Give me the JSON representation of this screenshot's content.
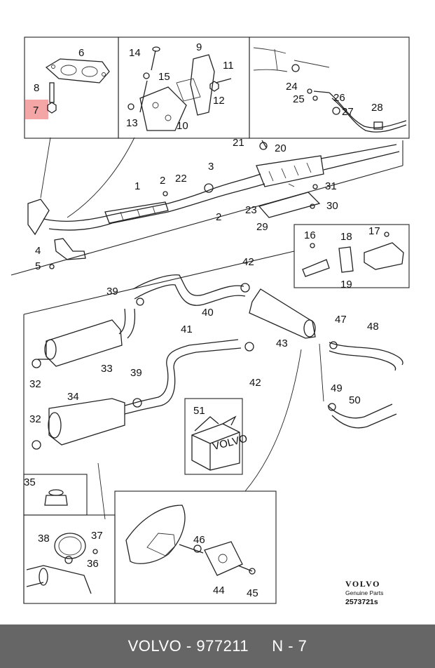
{
  "highlight_color": "#f4a6a6",
  "footer_color": "#666666",
  "brand": {
    "logo": "VOLVO",
    "subtitle": "Genuine Parts",
    "code": "2573721s"
  },
  "footer": {
    "brand": "VOLVO",
    "separator": " - ",
    "part_number": "977211",
    "gap": "     ",
    "ref": "N - 7"
  },
  "callouts": {
    "c1": "1",
    "c2a": "2",
    "c2b": "2",
    "c3": "3",
    "c4": "4",
    "c5": "5",
    "c6": "6",
    "c7": "7",
    "c8": "8",
    "c9": "9",
    "c10": "10",
    "c11": "11",
    "c12": "12",
    "c13": "13",
    "c14": "14",
    "c15": "15",
    "c16": "16",
    "c17": "17",
    "c18": "18",
    "c19": "19",
    "c20": "20",
    "c21": "21",
    "c22": "22",
    "c23": "23",
    "c24": "24",
    "c25": "25",
    "c26": "26",
    "c27": "27",
    "c28": "28",
    "c29": "29",
    "c30": "30",
    "c31": "31",
    "c32a": "32",
    "c32b": "32",
    "c33": "33",
    "c34": "34",
    "c35": "35",
    "c36": "36",
    "c37": "37",
    "c38": "38",
    "c39a": "39",
    "c39b": "39",
    "c40": "40",
    "c41": "41",
    "c42a": "42",
    "c42b": "42",
    "c43": "43",
    "c44": "44",
    "c45": "45",
    "c46": "46",
    "c47": "47",
    "c48": "48",
    "c49": "49",
    "c50": "50",
    "c51": "51"
  },
  "box_label": "VOLVO",
  "highlighted_part": "7"
}
